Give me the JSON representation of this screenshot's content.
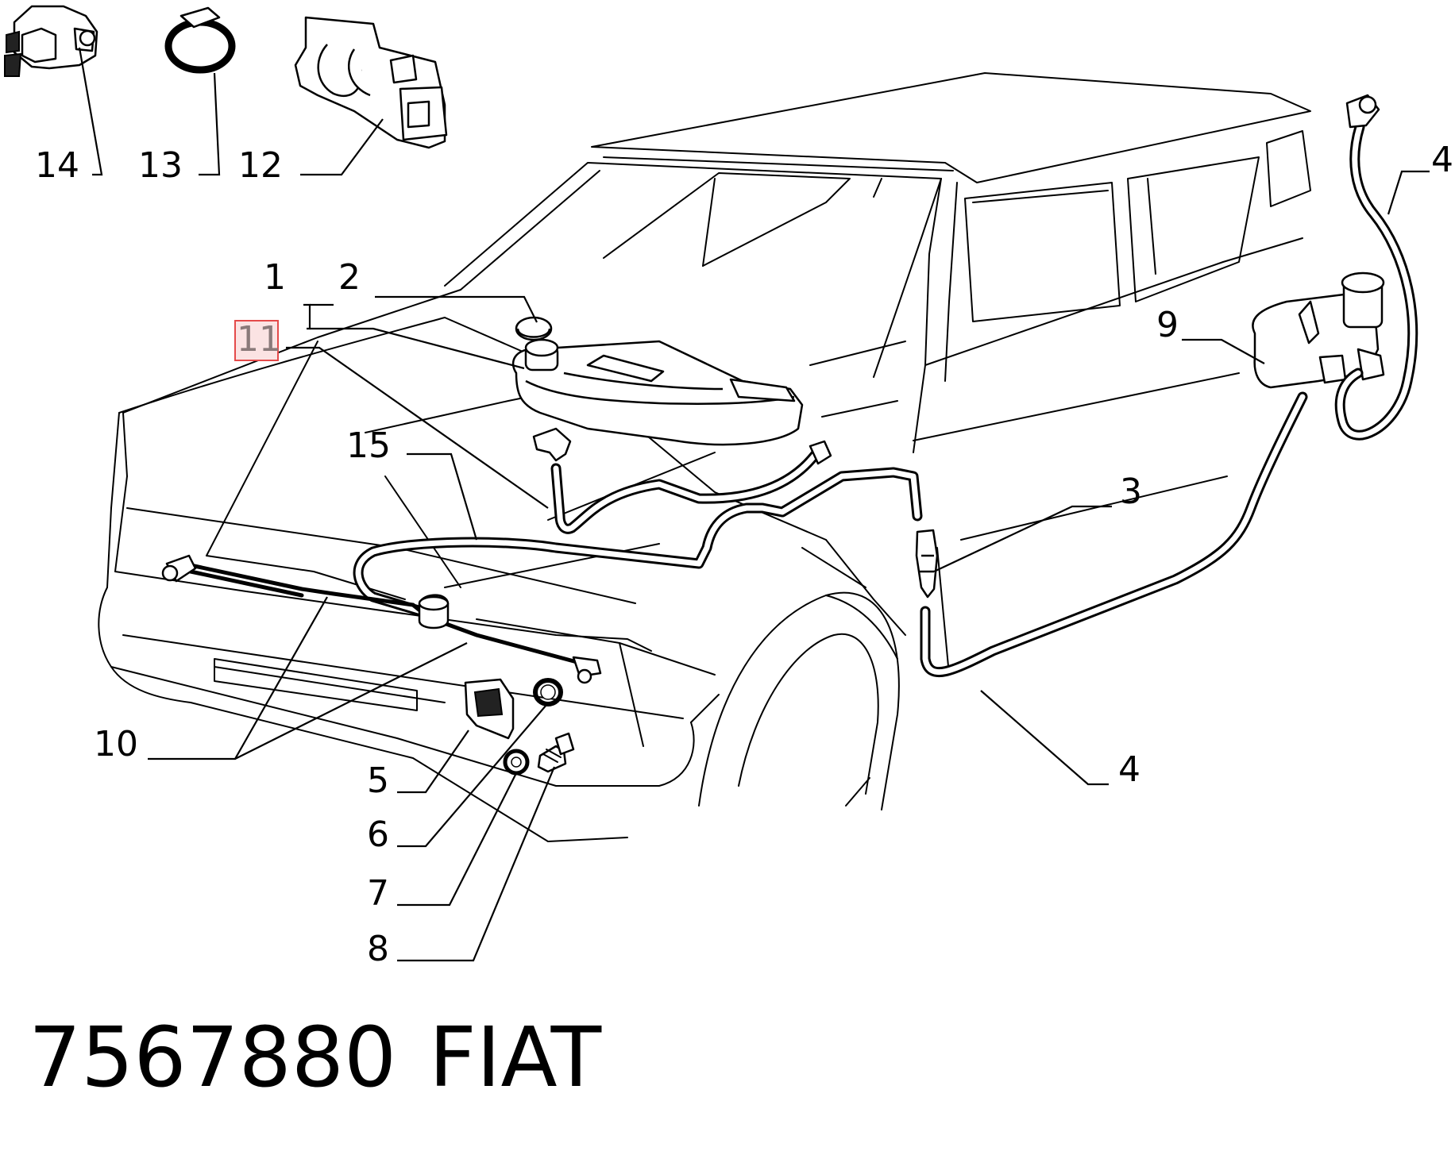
{
  "callouts": {
    "c1": "1",
    "c2": "2",
    "c3": "3",
    "c4_top": "4",
    "c4_bottom": "4",
    "c5": "5",
    "c6": "6",
    "c7": "7",
    "c8": "8",
    "c9": "9",
    "c10": "10",
    "c11": "11",
    "c12": "12",
    "c13": "13",
    "c14": "14",
    "c15": "15"
  },
  "highlighted_callout": "11",
  "footer": {
    "part_number": "7567880",
    "brand": "FIAT"
  },
  "colors": {
    "highlight_border": "#e44a4a",
    "highlight_fill": "#fbe3e3",
    "ink": "#000000"
  }
}
